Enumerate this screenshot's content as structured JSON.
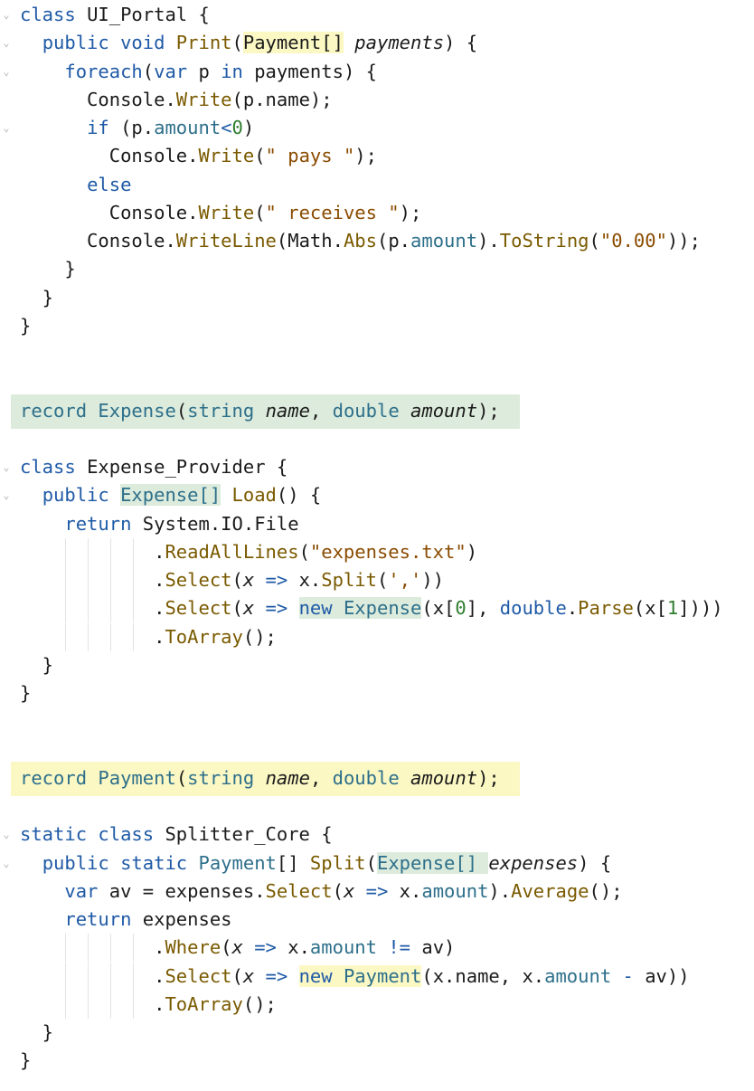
{
  "code": {
    "fold_glyph": "⌄",
    "lines": [
      {
        "fold": true,
        "segs": [
          [
            "k",
            "class "
          ],
          [
            "p",
            "UI_Portal {"
          ]
        ]
      },
      {
        "fold": true,
        "segs": [
          [
            "p",
            "  "
          ],
          [
            "k",
            "public void "
          ],
          [
            "m",
            "Print"
          ],
          [
            "p",
            "("
          ],
          [
            "hy",
            "Payment[]"
          ],
          [
            "p",
            " "
          ],
          [
            "i",
            "payments"
          ],
          [
            "p",
            ") {"
          ]
        ]
      },
      {
        "fold": true,
        "segs": [
          [
            "p",
            "    "
          ],
          [
            "k",
            "foreach"
          ],
          [
            "p",
            "("
          ],
          [
            "k",
            "var"
          ],
          [
            "p",
            " p "
          ],
          [
            "k",
            "in"
          ],
          [
            "p",
            " payments) {"
          ]
        ]
      },
      {
        "fold": false,
        "segs": [
          [
            "p",
            "      Console."
          ],
          [
            "m",
            "Write"
          ],
          [
            "p",
            "(p.name);"
          ]
        ]
      },
      {
        "fold": true,
        "segs": [
          [
            "p",
            "      "
          ],
          [
            "k",
            "if"
          ],
          [
            "p",
            " (p."
          ],
          [
            "t",
            "amount"
          ],
          [
            "k",
            "<"
          ],
          [
            "n",
            "0"
          ],
          [
            "p",
            ")"
          ]
        ]
      },
      {
        "fold": false,
        "segs": [
          [
            "p",
            "        Console."
          ],
          [
            "m",
            "Write"
          ],
          [
            "p",
            "("
          ],
          [
            "s",
            "\" pays \""
          ],
          [
            "p",
            ");"
          ]
        ]
      },
      {
        "fold": false,
        "segs": [
          [
            "p",
            "      "
          ],
          [
            "k",
            "else"
          ]
        ]
      },
      {
        "fold": false,
        "segs": [
          [
            "p",
            "        Console."
          ],
          [
            "m",
            "Write"
          ],
          [
            "p",
            "("
          ],
          [
            "s",
            "\" receives \""
          ],
          [
            "p",
            ");"
          ]
        ]
      },
      {
        "fold": false,
        "segs": [
          [
            "p",
            "      Console."
          ],
          [
            "m",
            "WriteLine"
          ],
          [
            "p",
            "(Math."
          ],
          [
            "m",
            "Abs"
          ],
          [
            "p",
            "(p."
          ],
          [
            "t",
            "amount"
          ],
          [
            "p",
            ")."
          ],
          [
            "m",
            "ToString"
          ],
          [
            "p",
            "("
          ],
          [
            "s",
            "\"0.00\""
          ],
          [
            "p",
            "));"
          ]
        ]
      },
      {
        "fold": false,
        "segs": [
          [
            "p",
            "    }"
          ]
        ]
      },
      {
        "fold": false,
        "segs": [
          [
            "p",
            "  }"
          ]
        ]
      },
      {
        "fold": false,
        "segs": [
          [
            "p",
            "}"
          ]
        ]
      },
      {
        "fold": false,
        "segs": []
      },
      {
        "fold": false,
        "segs": []
      },
      {
        "fold": false,
        "segs": [
          [
            "t",
            "record "
          ],
          [
            "t",
            "Expense"
          ],
          [
            "p",
            "("
          ],
          [
            "t",
            "string "
          ],
          [
            "i",
            "name"
          ],
          [
            "p",
            ", "
          ],
          [
            "t",
            "double "
          ],
          [
            "i",
            "amount"
          ],
          [
            "p",
            ");"
          ]
        ]
      },
      {
        "fold": false,
        "segs": []
      },
      {
        "fold": true,
        "segs": [
          [
            "k",
            "class "
          ],
          [
            "p",
            "Expense_Provider {"
          ]
        ]
      },
      {
        "fold": true,
        "segs": [
          [
            "p",
            "  "
          ],
          [
            "k",
            "public "
          ],
          [
            "hg",
            "Expense[]"
          ],
          [
            "p",
            " "
          ],
          [
            "m",
            "Load"
          ],
          [
            "p",
            "() {"
          ]
        ]
      },
      {
        "fold": false,
        "segs": [
          [
            "p",
            "    "
          ],
          [
            "k",
            "return"
          ],
          [
            "p",
            " System.IO.File"
          ]
        ]
      },
      {
        "fold": false,
        "segs": [
          [
            "p",
            "            ."
          ],
          [
            "m",
            "ReadAllLines"
          ],
          [
            "p",
            "("
          ],
          [
            "s",
            "\"expenses.txt\""
          ],
          [
            "p",
            ")"
          ]
        ]
      },
      {
        "fold": false,
        "segs": [
          [
            "p",
            "            ."
          ],
          [
            "m",
            "Select"
          ],
          [
            "p",
            "("
          ],
          [
            "i",
            "x"
          ],
          [
            "p",
            " "
          ],
          [
            "k",
            "=>"
          ],
          [
            "p",
            " x."
          ],
          [
            "m",
            "Split"
          ],
          [
            "p",
            "("
          ],
          [
            "s",
            "','"
          ],
          [
            "p",
            "))"
          ]
        ]
      },
      {
        "fold": false,
        "segs": [
          [
            "p",
            "            ."
          ],
          [
            "m",
            "Select"
          ],
          [
            "p",
            "("
          ],
          [
            "i",
            "x"
          ],
          [
            "p",
            " "
          ],
          [
            "k",
            "=>"
          ],
          [
            "p",
            " "
          ],
          [
            "hgk",
            "new "
          ],
          [
            "hgt",
            "Expense"
          ],
          [
            "p",
            "(x["
          ],
          [
            "n",
            "0"
          ],
          [
            "p",
            "], "
          ],
          [
            "k",
            "double"
          ],
          [
            "p",
            "."
          ],
          [
            "m",
            "Parse"
          ],
          [
            "p",
            "(x["
          ],
          [
            "n",
            "1"
          ],
          [
            "p",
            "])))"
          ]
        ]
      },
      {
        "fold": false,
        "segs": [
          [
            "p",
            "            ."
          ],
          [
            "m",
            "ToArray"
          ],
          [
            "p",
            "();"
          ]
        ]
      },
      {
        "fold": false,
        "segs": [
          [
            "p",
            "  }"
          ]
        ]
      },
      {
        "fold": false,
        "segs": [
          [
            "p",
            "}"
          ]
        ]
      },
      {
        "fold": false,
        "segs": []
      },
      {
        "fold": false,
        "segs": []
      },
      {
        "fold": false,
        "segs": [
          [
            "t",
            "record "
          ],
          [
            "t",
            "Payment"
          ],
          [
            "p",
            "("
          ],
          [
            "t",
            "string "
          ],
          [
            "i",
            "name"
          ],
          [
            "p",
            ", "
          ],
          [
            "t",
            "double "
          ],
          [
            "i",
            "amount"
          ],
          [
            "p",
            ");"
          ]
        ]
      },
      {
        "fold": false,
        "segs": []
      },
      {
        "fold": true,
        "segs": [
          [
            "k",
            "static class "
          ],
          [
            "p",
            "Splitter_Core {"
          ]
        ]
      },
      {
        "fold": true,
        "segs": [
          [
            "p",
            "  "
          ],
          [
            "k",
            "public static "
          ],
          [
            "t",
            "Payment"
          ],
          [
            "p",
            "[] "
          ],
          [
            "m",
            "Split"
          ],
          [
            "p",
            "("
          ],
          [
            "hg",
            "Expense[] "
          ],
          [
            "i",
            "expenses"
          ],
          [
            "p",
            ") {"
          ]
        ]
      },
      {
        "fold": false,
        "segs": [
          [
            "p",
            "    "
          ],
          [
            "k",
            "var"
          ],
          [
            "p",
            " av = expenses."
          ],
          [
            "m",
            "Select"
          ],
          [
            "p",
            "("
          ],
          [
            "i",
            "x"
          ],
          [
            "p",
            " "
          ],
          [
            "k",
            "=>"
          ],
          [
            "p",
            " x."
          ],
          [
            "t",
            "amount"
          ],
          [
            "p",
            ")."
          ],
          [
            "m",
            "Average"
          ],
          [
            "p",
            "();"
          ]
        ]
      },
      {
        "fold": false,
        "segs": [
          [
            "p",
            "    "
          ],
          [
            "k",
            "return"
          ],
          [
            "p",
            " expenses"
          ]
        ]
      },
      {
        "fold": false,
        "segs": [
          [
            "p",
            "            ."
          ],
          [
            "m",
            "Where"
          ],
          [
            "p",
            "("
          ],
          [
            "i",
            "x"
          ],
          [
            "p",
            " "
          ],
          [
            "k",
            "=>"
          ],
          [
            "p",
            " x."
          ],
          [
            "t",
            "amount"
          ],
          [
            "p",
            " "
          ],
          [
            "k",
            "!="
          ],
          [
            "p",
            " av)"
          ]
        ]
      },
      {
        "fold": false,
        "segs": [
          [
            "p",
            "            ."
          ],
          [
            "m",
            "Select"
          ],
          [
            "p",
            "("
          ],
          [
            "i",
            "x"
          ],
          [
            "p",
            " "
          ],
          [
            "k",
            "=>"
          ],
          [
            "p",
            " "
          ],
          [
            "hyk",
            "new "
          ],
          [
            "hyt",
            "Payment"
          ],
          [
            "p",
            "(x.name, x."
          ],
          [
            "t",
            "amount"
          ],
          [
            "p",
            " "
          ],
          [
            "k",
            "-"
          ],
          [
            "p",
            " av))"
          ]
        ]
      },
      {
        "fold": false,
        "segs": [
          [
            "p",
            "            ."
          ],
          [
            "m",
            "ToArray"
          ],
          [
            "p",
            "();"
          ]
        ]
      },
      {
        "fold": false,
        "segs": [
          [
            "p",
            "  }"
          ]
        ]
      },
      {
        "fold": false,
        "segs": [
          [
            "p",
            "}"
          ]
        ]
      }
    ]
  }
}
